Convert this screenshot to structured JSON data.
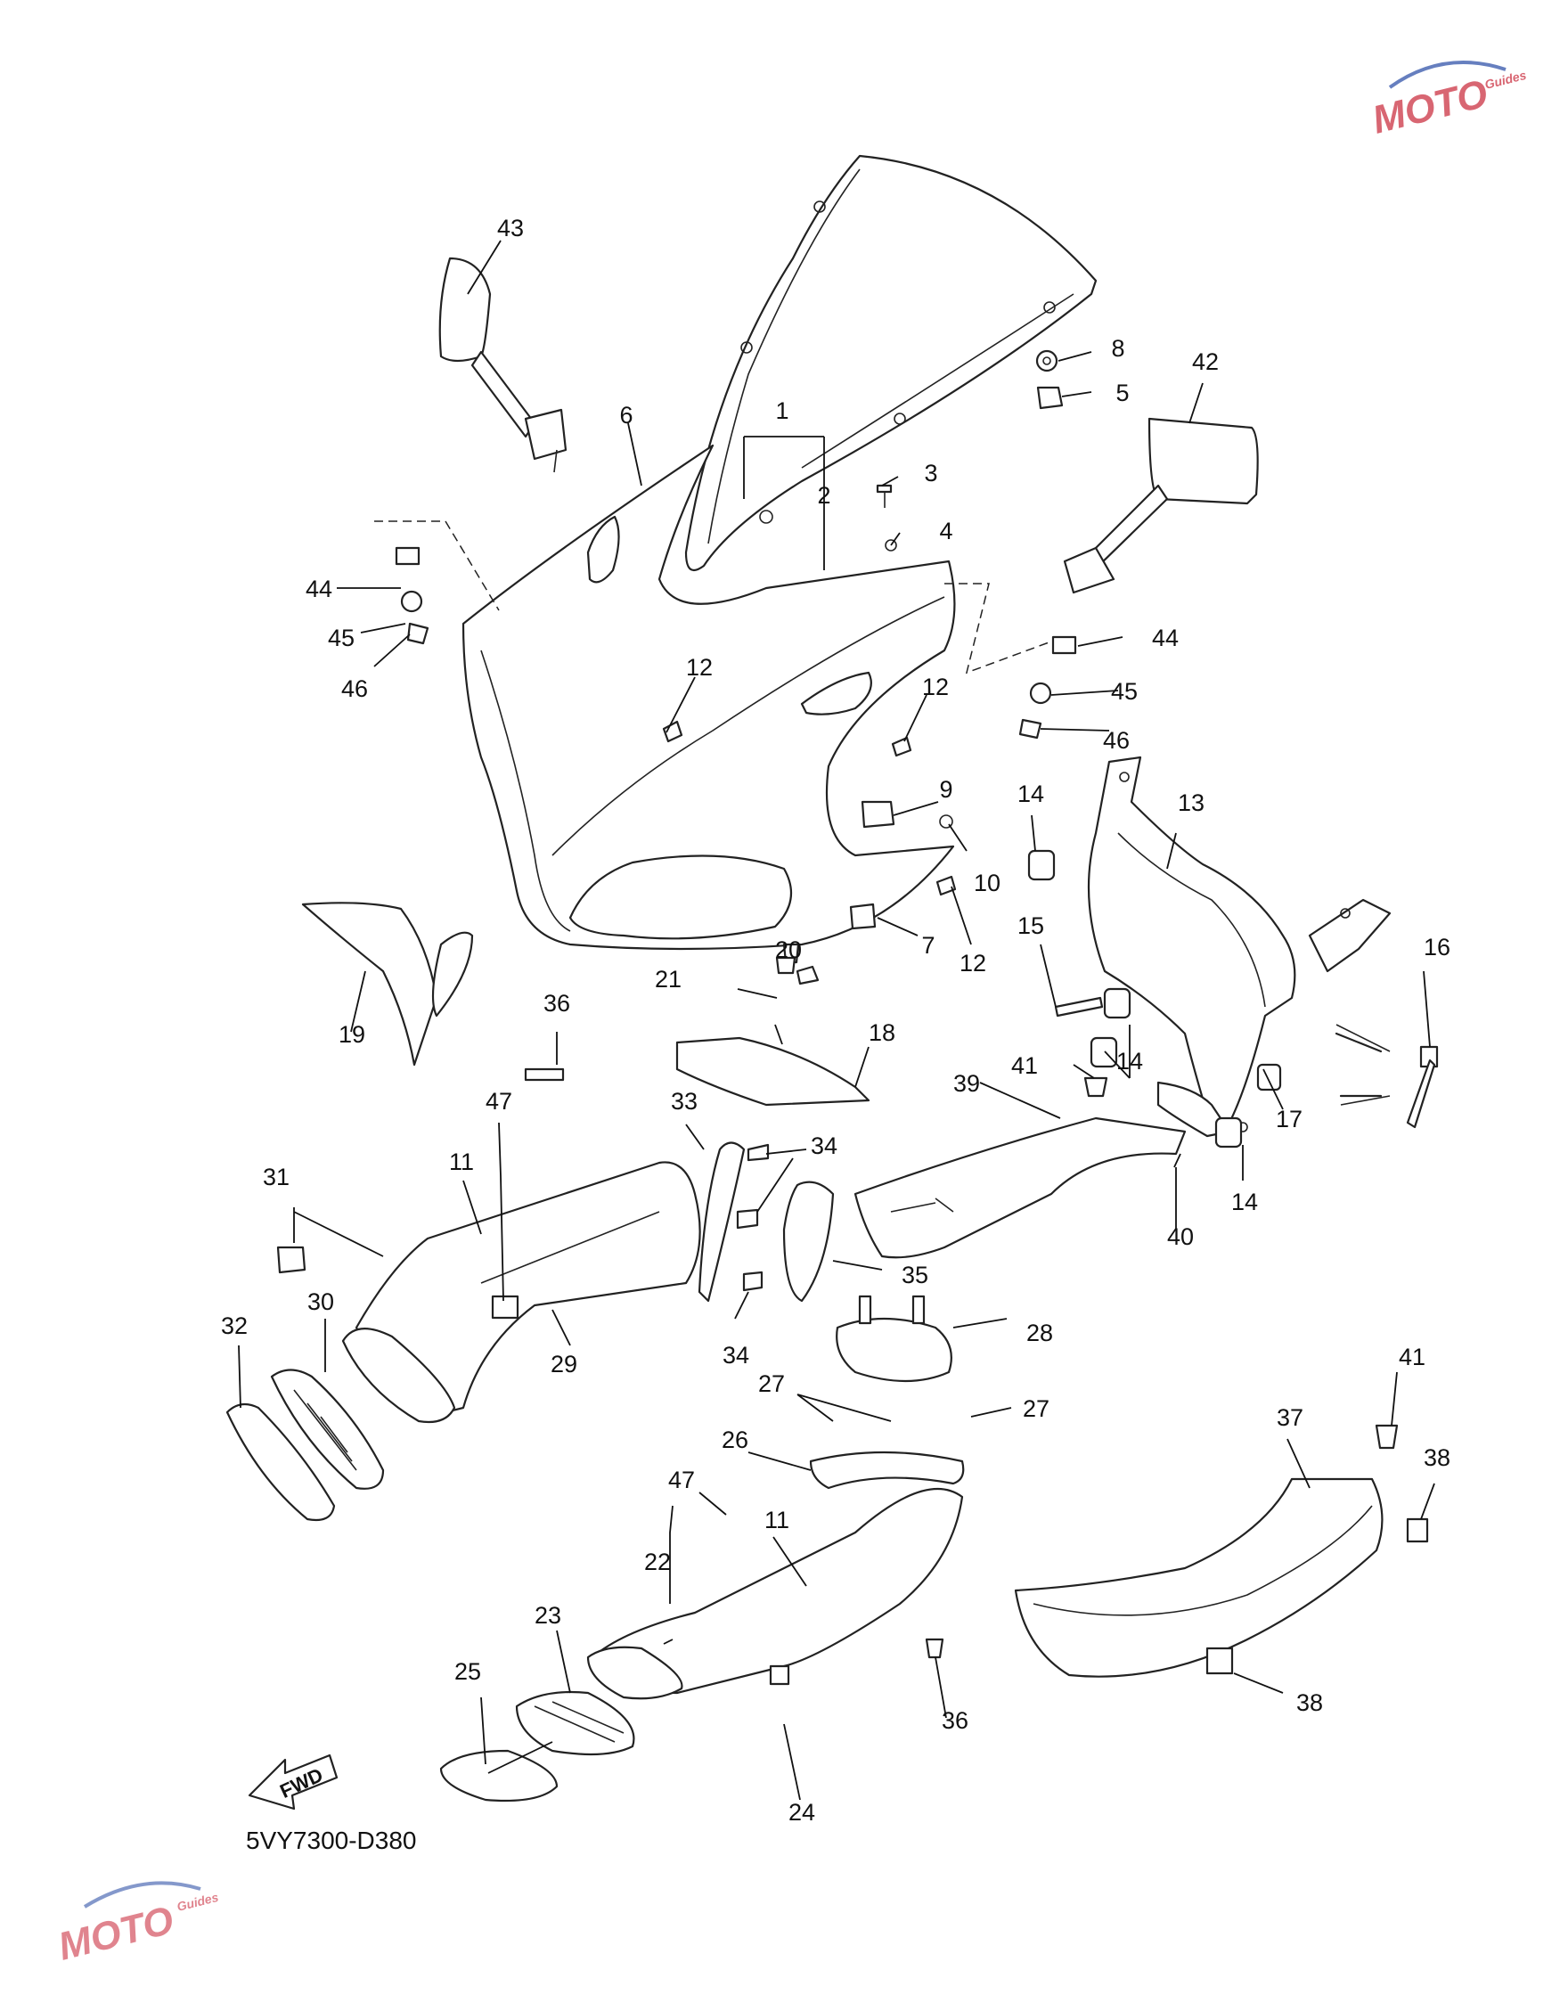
{
  "diagram_code": "5VY7300-D380",
  "fwd_label": "FWD",
  "watermark": {
    "word": "MOTO",
    "sub": "Guides",
    "color": "#cc3344",
    "accent": "#3355aa"
  },
  "callouts": [
    "1",
    "2",
    "3",
    "4",
    "5",
    "6",
    "7",
    "8",
    "9",
    "10",
    "11",
    "12",
    "13",
    "14",
    "15",
    "16",
    "17",
    "18",
    "19",
    "20",
    "21",
    "22",
    "23",
    "24",
    "25",
    "26",
    "27",
    "28",
    "29",
    "30",
    "31",
    "32",
    "33",
    "34",
    "35",
    "36",
    "37",
    "38",
    "39",
    "40",
    "41",
    "42",
    "43",
    "44",
    "45",
    "46",
    "47"
  ]
}
